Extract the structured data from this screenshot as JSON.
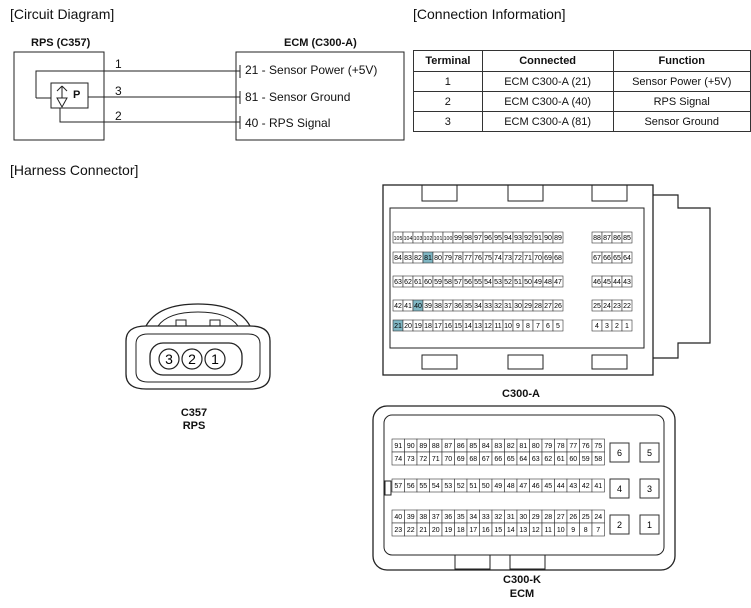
{
  "sections": {
    "circuit": "[Circuit Diagram]",
    "connection": "[Connection Information]",
    "harness": "[Harness Connector]"
  },
  "circuit": {
    "left_title": "RPS (C357)",
    "right_title": "ECM (C300-A)",
    "left_pins": [
      "1",
      "3",
      "2"
    ],
    "sensor_letter": "P",
    "ecm_pins": [
      "21 - Sensor Power (+5V)",
      "81 - Sensor Ground",
      "40 - RPS Signal"
    ]
  },
  "table": {
    "headers": [
      "Terminal",
      "Connected",
      "Function"
    ],
    "rows": [
      [
        "1",
        "ECM C300-A (21)",
        "Sensor Power (+5V)"
      ],
      [
        "2",
        "ECM C300-A (40)",
        "RPS Signal"
      ],
      [
        "3",
        "ECM C300-A (81)",
        "Sensor Ground"
      ]
    ]
  },
  "rps_connector": {
    "pins": [
      "3",
      "2",
      "1"
    ],
    "label1": "C357",
    "label2": "RPS"
  },
  "c300a": {
    "label": "C300-A",
    "highlight": [
      "81",
      "40",
      "21"
    ],
    "rows": [
      [
        [
          "105",
          "104",
          "103",
          "102",
          "101",
          "100",
          "99",
          "98",
          "97",
          "96",
          "95",
          "94",
          "93",
          "92",
          "91",
          "90",
          "89"
        ],
        [
          "88",
          "87",
          "86",
          "85"
        ]
      ],
      [
        [
          "84",
          "83",
          "82",
          "81",
          "80",
          "79",
          "78",
          "77",
          "76",
          "75",
          "74",
          "73",
          "72",
          "71",
          "70",
          "69",
          "68"
        ],
        [
          "67",
          "66",
          "65",
          "64"
        ]
      ],
      [
        [
          "63",
          "62",
          "61",
          "60",
          "59",
          "58",
          "57",
          "56",
          "55",
          "54",
          "53",
          "52",
          "51",
          "50",
          "49",
          "48",
          "47"
        ],
        [
          "46",
          "45",
          "44",
          "43"
        ]
      ],
      [
        [
          "42",
          "41",
          "40",
          "39",
          "38",
          "37",
          "36",
          "35",
          "34",
          "33",
          "32",
          "31",
          "30",
          "29",
          "28",
          "27",
          "26"
        ],
        [
          "25",
          "24",
          "23",
          "22"
        ]
      ],
      [
        [
          "21",
          "20",
          "19",
          "18",
          "17",
          "16",
          "15",
          "14",
          "13",
          "12",
          "11",
          "10",
          "9",
          "8",
          "7",
          "6",
          "5"
        ],
        [
          "4",
          "3",
          "2",
          "1"
        ]
      ]
    ]
  },
  "c300k": {
    "label1": "C300-K",
    "label2": "ECM",
    "rows": [
      [
        "91",
        "90",
        "89",
        "88",
        "87",
        "86",
        "85",
        "84",
        "83",
        "82",
        "81",
        "80",
        "79",
        "78",
        "77",
        "76",
        "75"
      ],
      [
        "74",
        "73",
        "72",
        "71",
        "70",
        "69",
        "68",
        "67",
        "66",
        "65",
        "64",
        "63",
        "62",
        "61",
        "60",
        "59",
        "58"
      ],
      [
        "57",
        "56",
        "55",
        "54",
        "53",
        "52",
        "51",
        "50",
        "49",
        "48",
        "47",
        "46",
        "45",
        "44",
        "43",
        "42",
        "41"
      ],
      [
        "40",
        "39",
        "38",
        "37",
        "36",
        "35",
        "34",
        "33",
        "32",
        "31",
        "30",
        "29",
        "28",
        "27",
        "26",
        "25",
        "24"
      ],
      [
        "23",
        "22",
        "21",
        "20",
        "19",
        "18",
        "17",
        "16",
        "15",
        "14",
        "13",
        "12",
        "11",
        "10",
        "9",
        "8",
        "7"
      ]
    ],
    "side_pins": [
      [
        "6",
        "5"
      ],
      [
        "4",
        "3"
      ],
      [
        "2",
        "1"
      ]
    ]
  }
}
